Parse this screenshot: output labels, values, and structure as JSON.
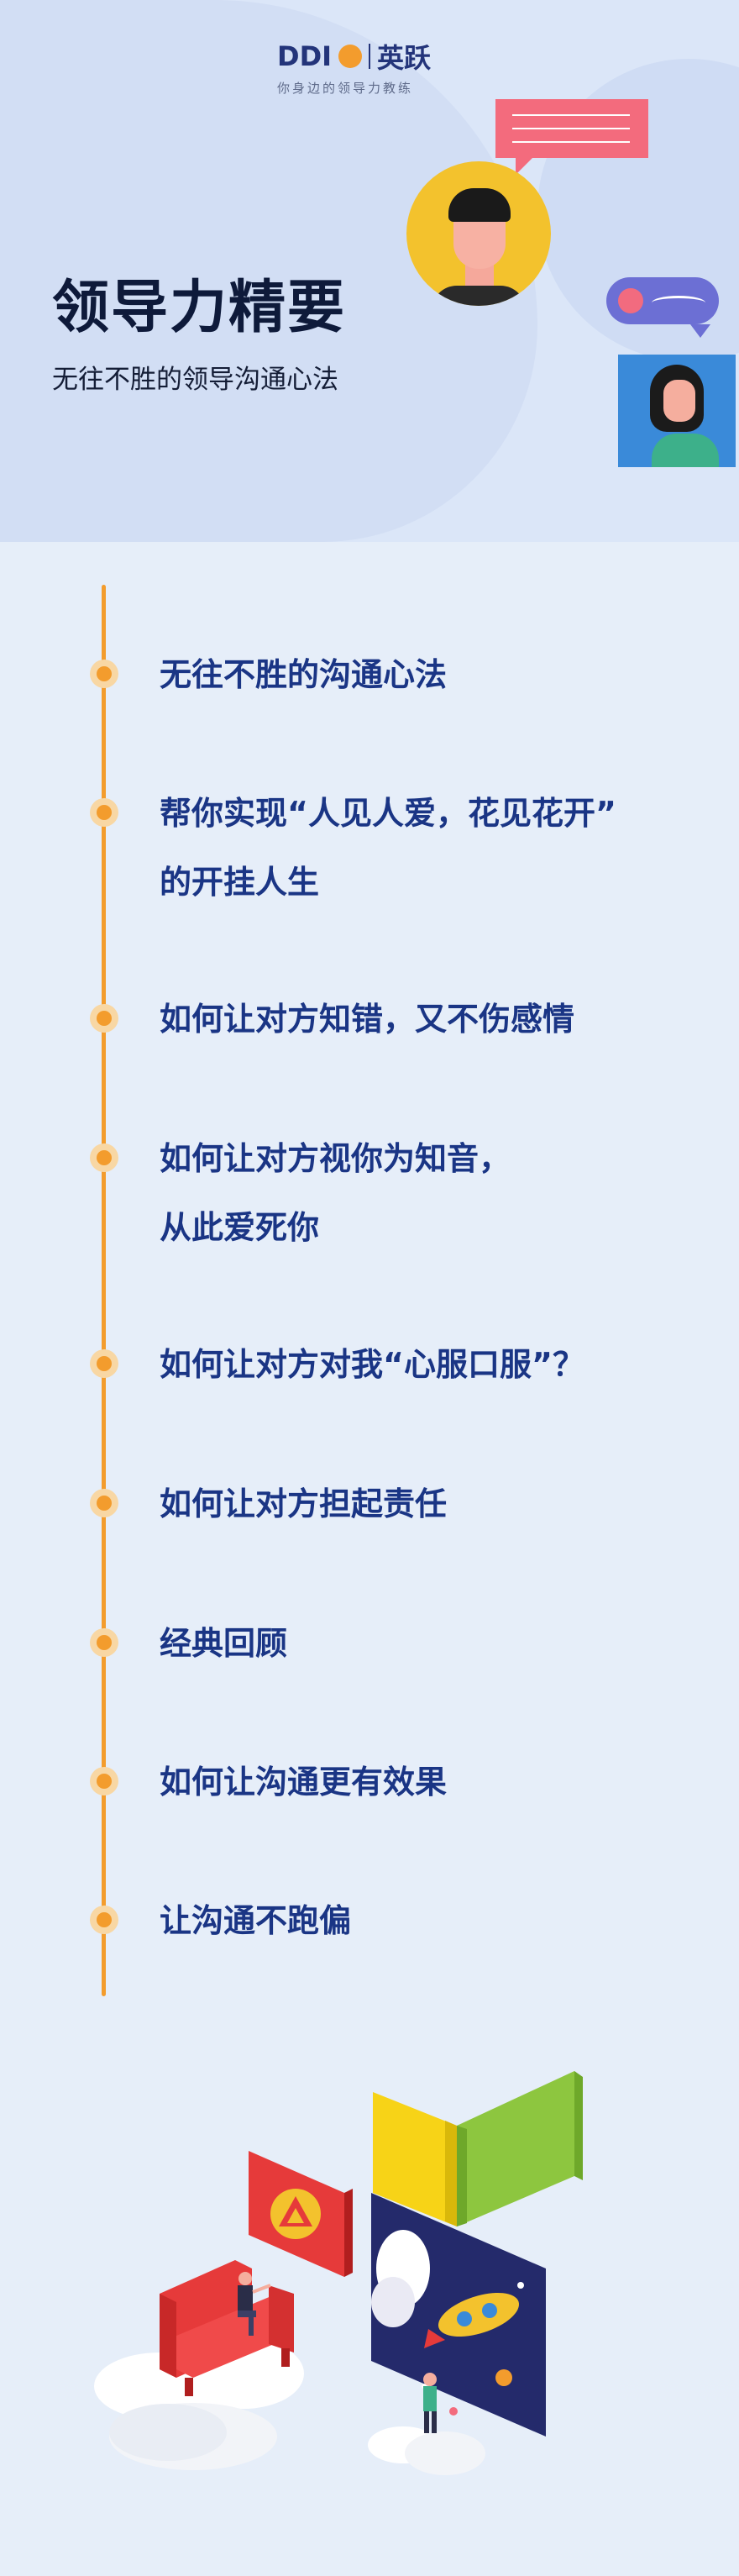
{
  "brand": {
    "logo_text": "DDI",
    "logo_cn": "英跃",
    "slogan": "你身边的领导力教练"
  },
  "hero": {
    "title": "领导力精要",
    "subtitle": "无往不胜的领导沟通心法"
  },
  "colors": {
    "accent": "#f39c2d",
    "heading": "#1a3585",
    "background": "#e6eef9"
  },
  "outline": [
    {
      "line1": "无往不胜的沟通心法",
      "line2": ""
    },
    {
      "line1": "帮你实现“人见人爱，花见花开”",
      "line2": "的开挂人生"
    },
    {
      "line1": "如何让对方知错，又不伤感情",
      "line2": ""
    },
    {
      "line1": "如何让对方视你为知音，",
      "line2": "从此爱死你"
    },
    {
      "line1": "如何让对方对我“心服口服”？",
      "line2": ""
    },
    {
      "line1": "如何让对方担起责任",
      "line2": ""
    },
    {
      "line1": "经典回顾",
      "line2": ""
    },
    {
      "line1": "如何让沟通更有效果",
      "line2": ""
    },
    {
      "line1": "让沟通不跑偏",
      "line2": ""
    }
  ]
}
